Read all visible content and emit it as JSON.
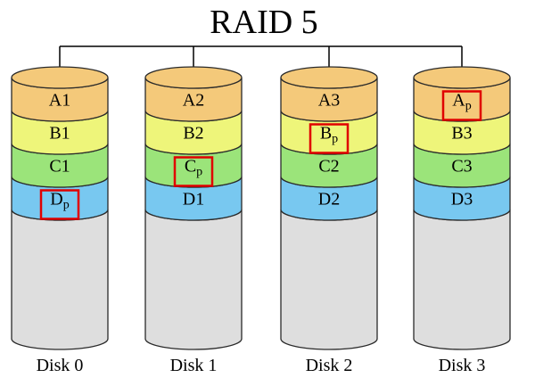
{
  "title": "RAID 5",
  "colors": {
    "row_A": "#f4c97a",
    "row_B": "#eef57a",
    "row_C": "#9be47a",
    "row_D": "#78c8f0",
    "free_space": "#dedede",
    "highlight": "#e00000"
  },
  "disks": [
    {
      "label": "Disk 0",
      "blocks": [
        {
          "main": "A",
          "sub": "1",
          "parity": false
        },
        {
          "main": "B",
          "sub": "1",
          "parity": false
        },
        {
          "main": "C",
          "sub": "1",
          "parity": false
        },
        {
          "main": "D",
          "sub": "p",
          "parity": true
        }
      ]
    },
    {
      "label": "Disk 1",
      "blocks": [
        {
          "main": "A",
          "sub": "2",
          "parity": false
        },
        {
          "main": "B",
          "sub": "2",
          "parity": false
        },
        {
          "main": "C",
          "sub": "p",
          "parity": true
        },
        {
          "main": "D",
          "sub": "1",
          "parity": false
        }
      ]
    },
    {
      "label": "Disk 2",
      "blocks": [
        {
          "main": "A",
          "sub": "3",
          "parity": false
        },
        {
          "main": "B",
          "sub": "p",
          "parity": true
        },
        {
          "main": "C",
          "sub": "2",
          "parity": false
        },
        {
          "main": "D",
          "sub": "2",
          "parity": false
        }
      ]
    },
    {
      "label": "Disk 3",
      "blocks": [
        {
          "main": "A",
          "sub": "p",
          "parity": true
        },
        {
          "main": "B",
          "sub": "3",
          "parity": false
        },
        {
          "main": "C",
          "sub": "3",
          "parity": false
        },
        {
          "main": "D",
          "sub": "3",
          "parity": false
        }
      ]
    }
  ]
}
